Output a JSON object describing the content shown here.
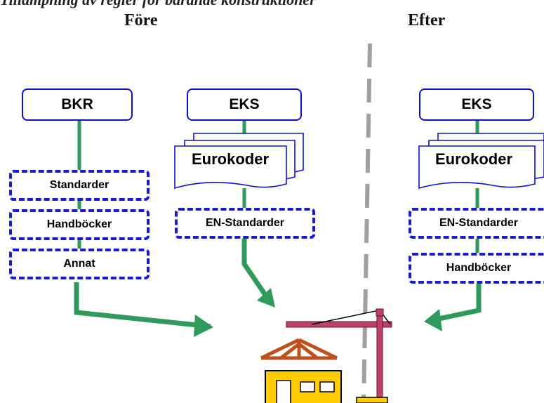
{
  "caption": "Tillämpning av regler för bärande konstruktioner",
  "headers": {
    "before": "Före",
    "after": "Efter"
  },
  "before": {
    "bkr": {
      "label": "BKR",
      "items": [
        "Standarder",
        "Handböcker",
        "Annat"
      ]
    },
    "eks": {
      "label": "EKS",
      "document": "Eurokoder",
      "standards": "EN-Standarder"
    }
  },
  "after": {
    "eks": {
      "label": "EKS",
      "document": "Eurokoder",
      "standards": "EN-Standarder",
      "handbooks": "Handböcker"
    }
  },
  "colors": {
    "box_border": "#1010cc",
    "dashed_border": "#1a1ad6",
    "connector": "#2e9a5c",
    "divider": "#a0a0a0",
    "crane": "#c0406a",
    "roof": "#c0501a",
    "building": "#ffcc00"
  }
}
